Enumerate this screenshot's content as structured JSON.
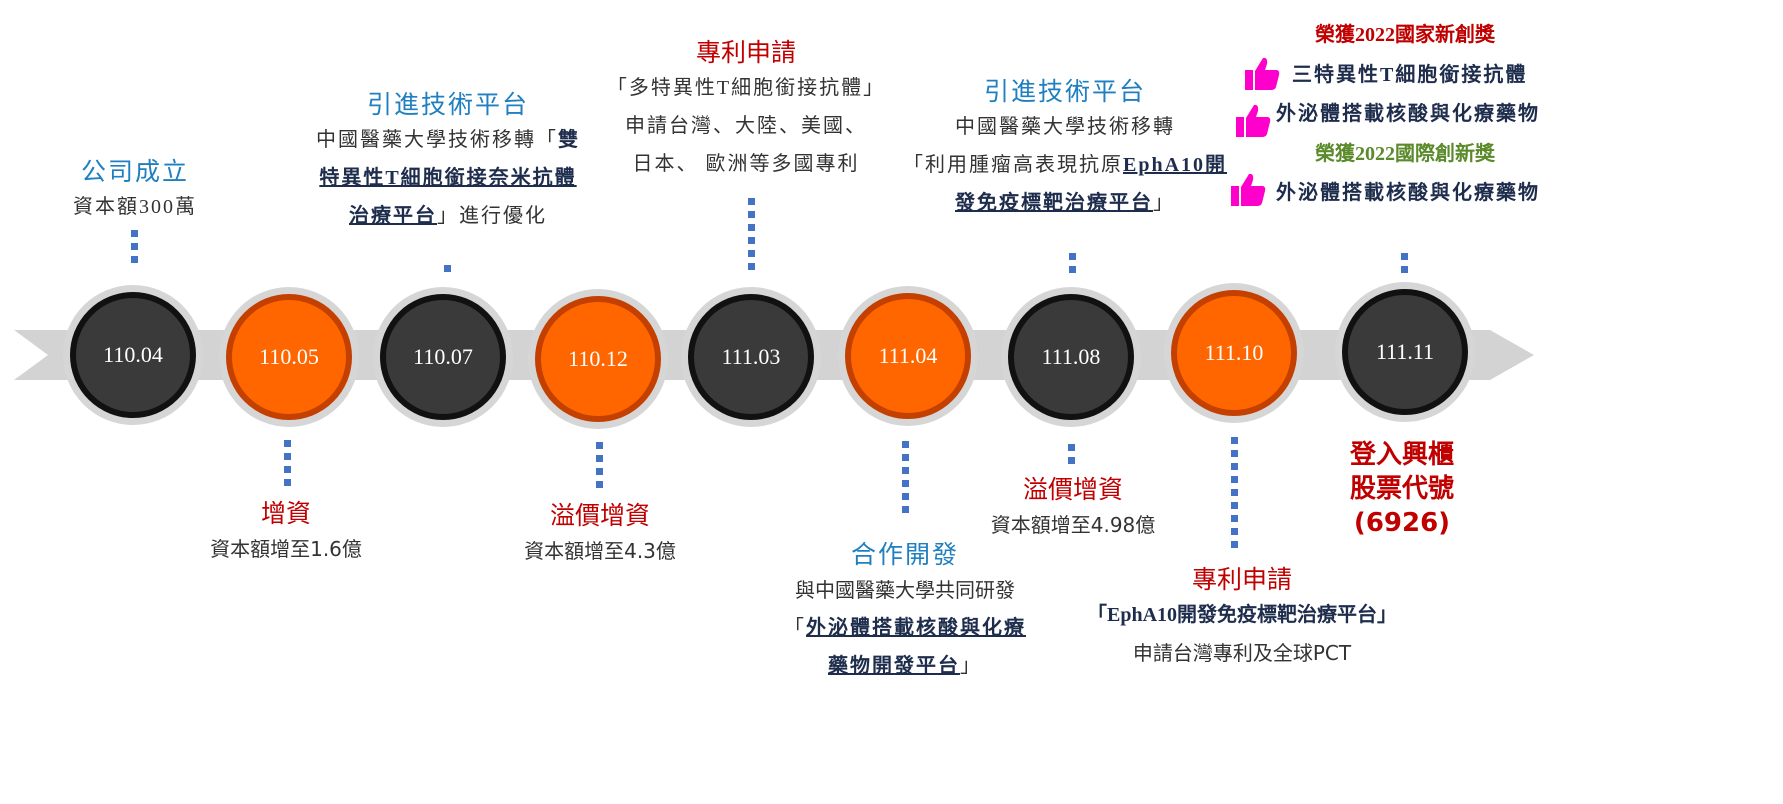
{
  "nodes": [
    {
      "date": "110.04",
      "color": "dark"
    },
    {
      "date": "110.05",
      "color": "orange"
    },
    {
      "date": "110.07",
      "color": "dark"
    },
    {
      "date": "110.12",
      "color": "orange"
    },
    {
      "date": "111.03",
      "color": "dark"
    },
    {
      "date": "111.04",
      "color": "orange"
    },
    {
      "date": "111.08",
      "color": "dark"
    },
    {
      "date": "111.10",
      "color": "orange"
    },
    {
      "date": "111.11",
      "color": "dark"
    }
  ],
  "colors": {
    "dark": "#3a3a3a",
    "orange": "#ff6600",
    "connector": "#4472c4",
    "heading_blue": "#1f7fc0",
    "heading_red": "#c00000",
    "award_green": "#5a8a2a",
    "thumb": "#ff00cc"
  },
  "events": {
    "e1": {
      "title": "公司成立",
      "line1": "資本額300萬"
    },
    "e2": {
      "title": "增資",
      "line1": "資本額增至1.6億"
    },
    "e3": {
      "title": "引進技術平台",
      "line1a": "中國醫藥大學技術移轉「",
      "line1b": "雙",
      "line2": "特異性T細胞銜接奈米抗體",
      "line3a": "治療平台",
      "line3b": "」進行優化"
    },
    "e4": {
      "title": "溢價增資",
      "line1": "資本額增至4.3億"
    },
    "e5": {
      "title": "專利申請",
      "line1": "「多特異性T細胞銜接抗體」",
      "line2": "申請台灣、大陸、美國、",
      "line3": "日本、 歐洲等多國專利"
    },
    "e6": {
      "title": "合作開發",
      "line1": "與中國醫藥大學共同研發",
      "line2a": "「",
      "line2b": "外泌體搭載核酸與化療",
      "line3a": "藥物開發平台",
      "line3b": "」"
    },
    "e7": {
      "title": "引進技術平台",
      "line1": "中國醫藥大學技術移轉",
      "line2a": "「利用腫瘤高表現抗原",
      "line2b": "EphA10開",
      "line3a": "發免疫標靶治療平台",
      "line3b": "」"
    },
    "e8": {
      "title": "溢價增資",
      "line1": "資本額增至4.98億"
    },
    "e9": {
      "title": "專利申請",
      "line1": "「EphA10開發免疫標靶治療平台」",
      "line2": "申請台灣專利及全球PCT"
    },
    "e10": {
      "line1": "登入興櫃",
      "line2": "股票代號",
      "line3": "(6926)"
    }
  },
  "awards": {
    "national_title": "榮獲2022國家新創獎",
    "national_items": [
      "三特異性T細胞銜接抗體",
      "外泌體搭載核酸與化療藥物"
    ],
    "international_title": "榮獲2022國際創新獎",
    "international_items": [
      "外泌體搭載核酸與化療藥物"
    ]
  }
}
